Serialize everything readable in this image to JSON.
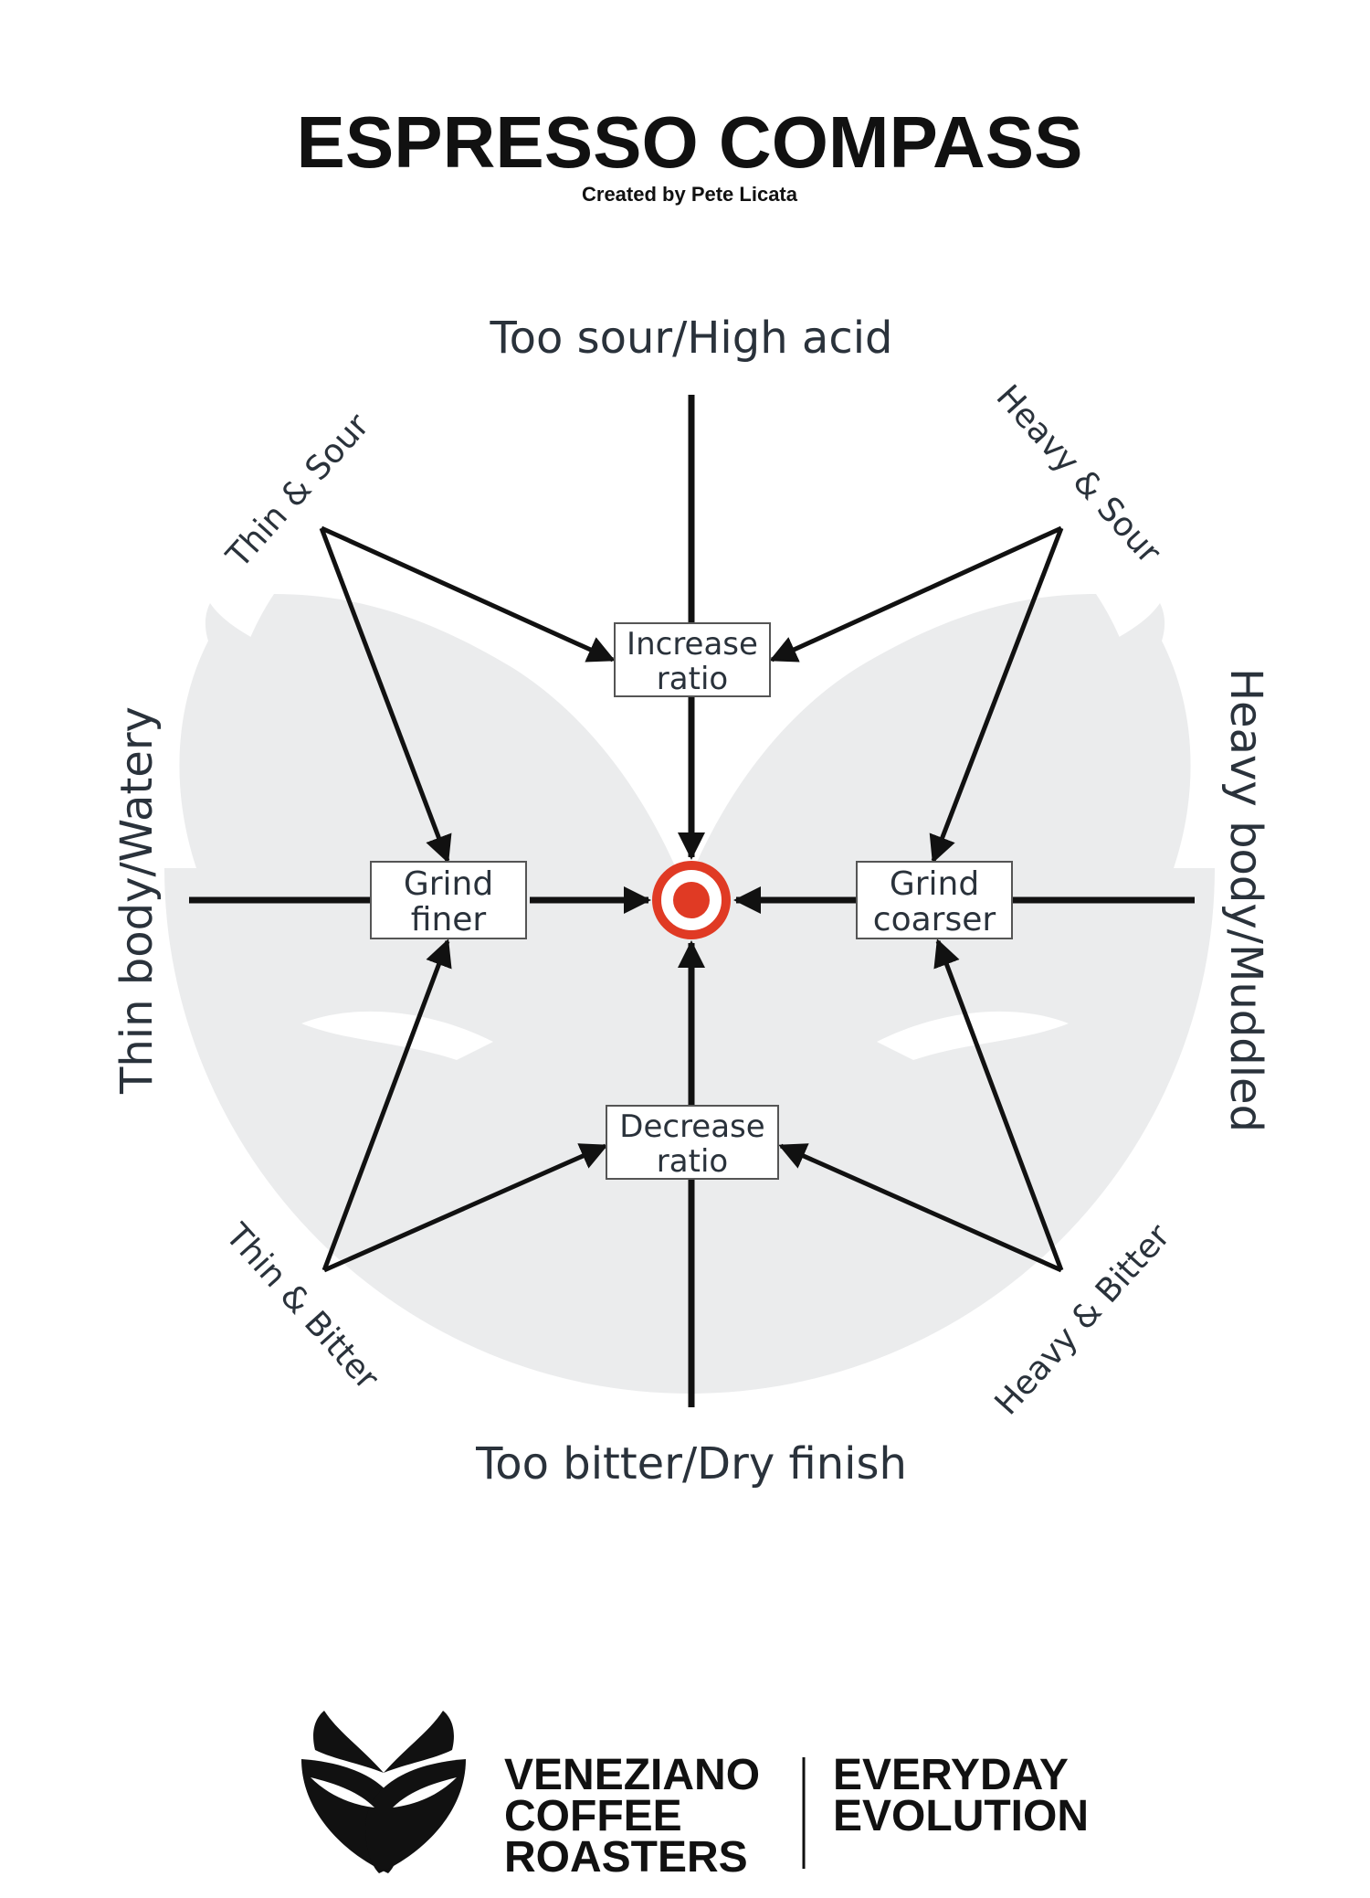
{
  "header": {
    "title": "ESPRESSO COMPASS",
    "subtitle": "Created by Pete Licata"
  },
  "compass": {
    "axes": {
      "top": "Too sour/High acid",
      "bottom": "Too bitter/Dry finish",
      "left": "Thin body/Watery",
      "right": "Heavy body/Muddled"
    },
    "diagonals": {
      "top_left": "Thin & Sour",
      "top_right": "Heavy & Sour",
      "bottom_left": "Thin & Bitter",
      "bottom_right": "Heavy & Bitter"
    },
    "actions": {
      "increase_ratio": [
        "Increase",
        "ratio"
      ],
      "decrease_ratio": [
        "Decrease",
        "ratio"
      ],
      "grind_finer": [
        "Grind",
        "finer"
      ],
      "grind_coarser": [
        "Grind",
        "coarser"
      ]
    },
    "target_icon": "target-bullseye-icon"
  },
  "footer": {
    "brand_lines": [
      "VENEZIANO",
      "COFFEE",
      "ROASTERS"
    ],
    "tagline_lines": [
      "EVERYDAY",
      "EVOLUTION"
    ],
    "logo_icon": "veneziano-wings-logo"
  },
  "colors": {
    "text": "#111111",
    "label": "#2a323b",
    "arrow": "#111111",
    "target_red": "#e03a24",
    "background_mark": "#ebeced"
  }
}
